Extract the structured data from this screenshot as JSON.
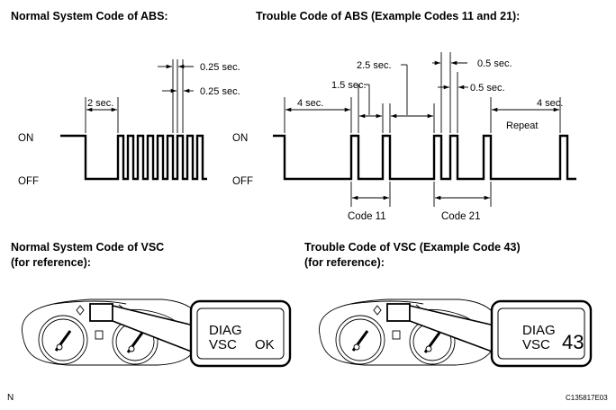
{
  "abs_normal": {
    "title": "Normal System Code of ABS:",
    "on_label": "ON",
    "off_label": "OFF",
    "dim_2sec": "2 sec.",
    "dim_025_top": "0.25 sec.",
    "dim_025_bottom": "0.25 sec."
  },
  "abs_trouble": {
    "title": "Trouble Code of ABS (Example Codes 11 and 21):",
    "on_label": "ON",
    "off_label": "OFF",
    "dim_4sec_left": "4 sec.",
    "dim_15sec": "1.5 sec.",
    "dim_25sec": "2.5 sec.",
    "dim_05_top": "0.5 sec.",
    "dim_05_bottom": "0.5 sec.",
    "dim_4sec_right": "4 sec.",
    "repeat": "Repeat",
    "code_11": "Code 11",
    "code_21": "Code 21"
  },
  "vsc_normal": {
    "title_line1": "Normal System Code of VSC",
    "title_line2": "(for reference):",
    "display_line1": "DIAG",
    "display_line2": "VSC",
    "display_code": "OK"
  },
  "vsc_trouble": {
    "title_line1": "Trouble Code of VSC (Example Code 43)",
    "title_line2": "(for reference):",
    "display_line1": "DIAG",
    "display_line2": "VSC",
    "display_code": "43"
  },
  "footer": {
    "left_mark": "N",
    "figure_id": "C135817E03"
  }
}
